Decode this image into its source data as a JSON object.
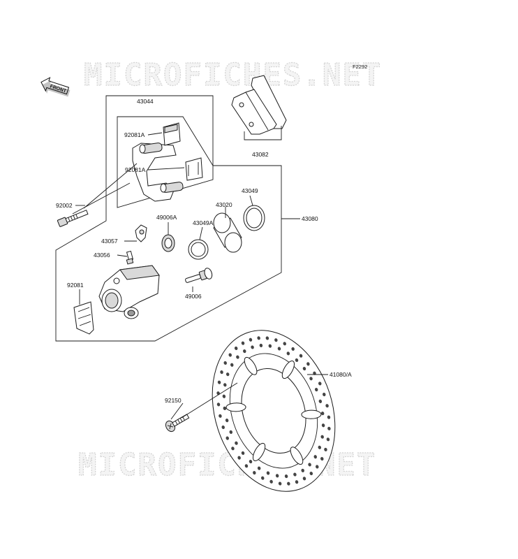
{
  "figure_code": "F2292",
  "watermark": "MICROFICHES.NET",
  "front_indicator": "FRONT",
  "parts": {
    "p43044": "43044",
    "p92081A_top": "92081A",
    "p92081A_mid": "92081A",
    "p43082": "43082",
    "p92002": "92002",
    "p43049": "43049",
    "p43020": "43020",
    "p49006A": "49006A",
    "p43049A": "43049A",
    "p43080": "43080",
    "p43057": "43057",
    "p43056": "43056",
    "p92081": "92081",
    "p49006": "49006",
    "p41080A": "41080/A",
    "p92150": "92150"
  }
}
